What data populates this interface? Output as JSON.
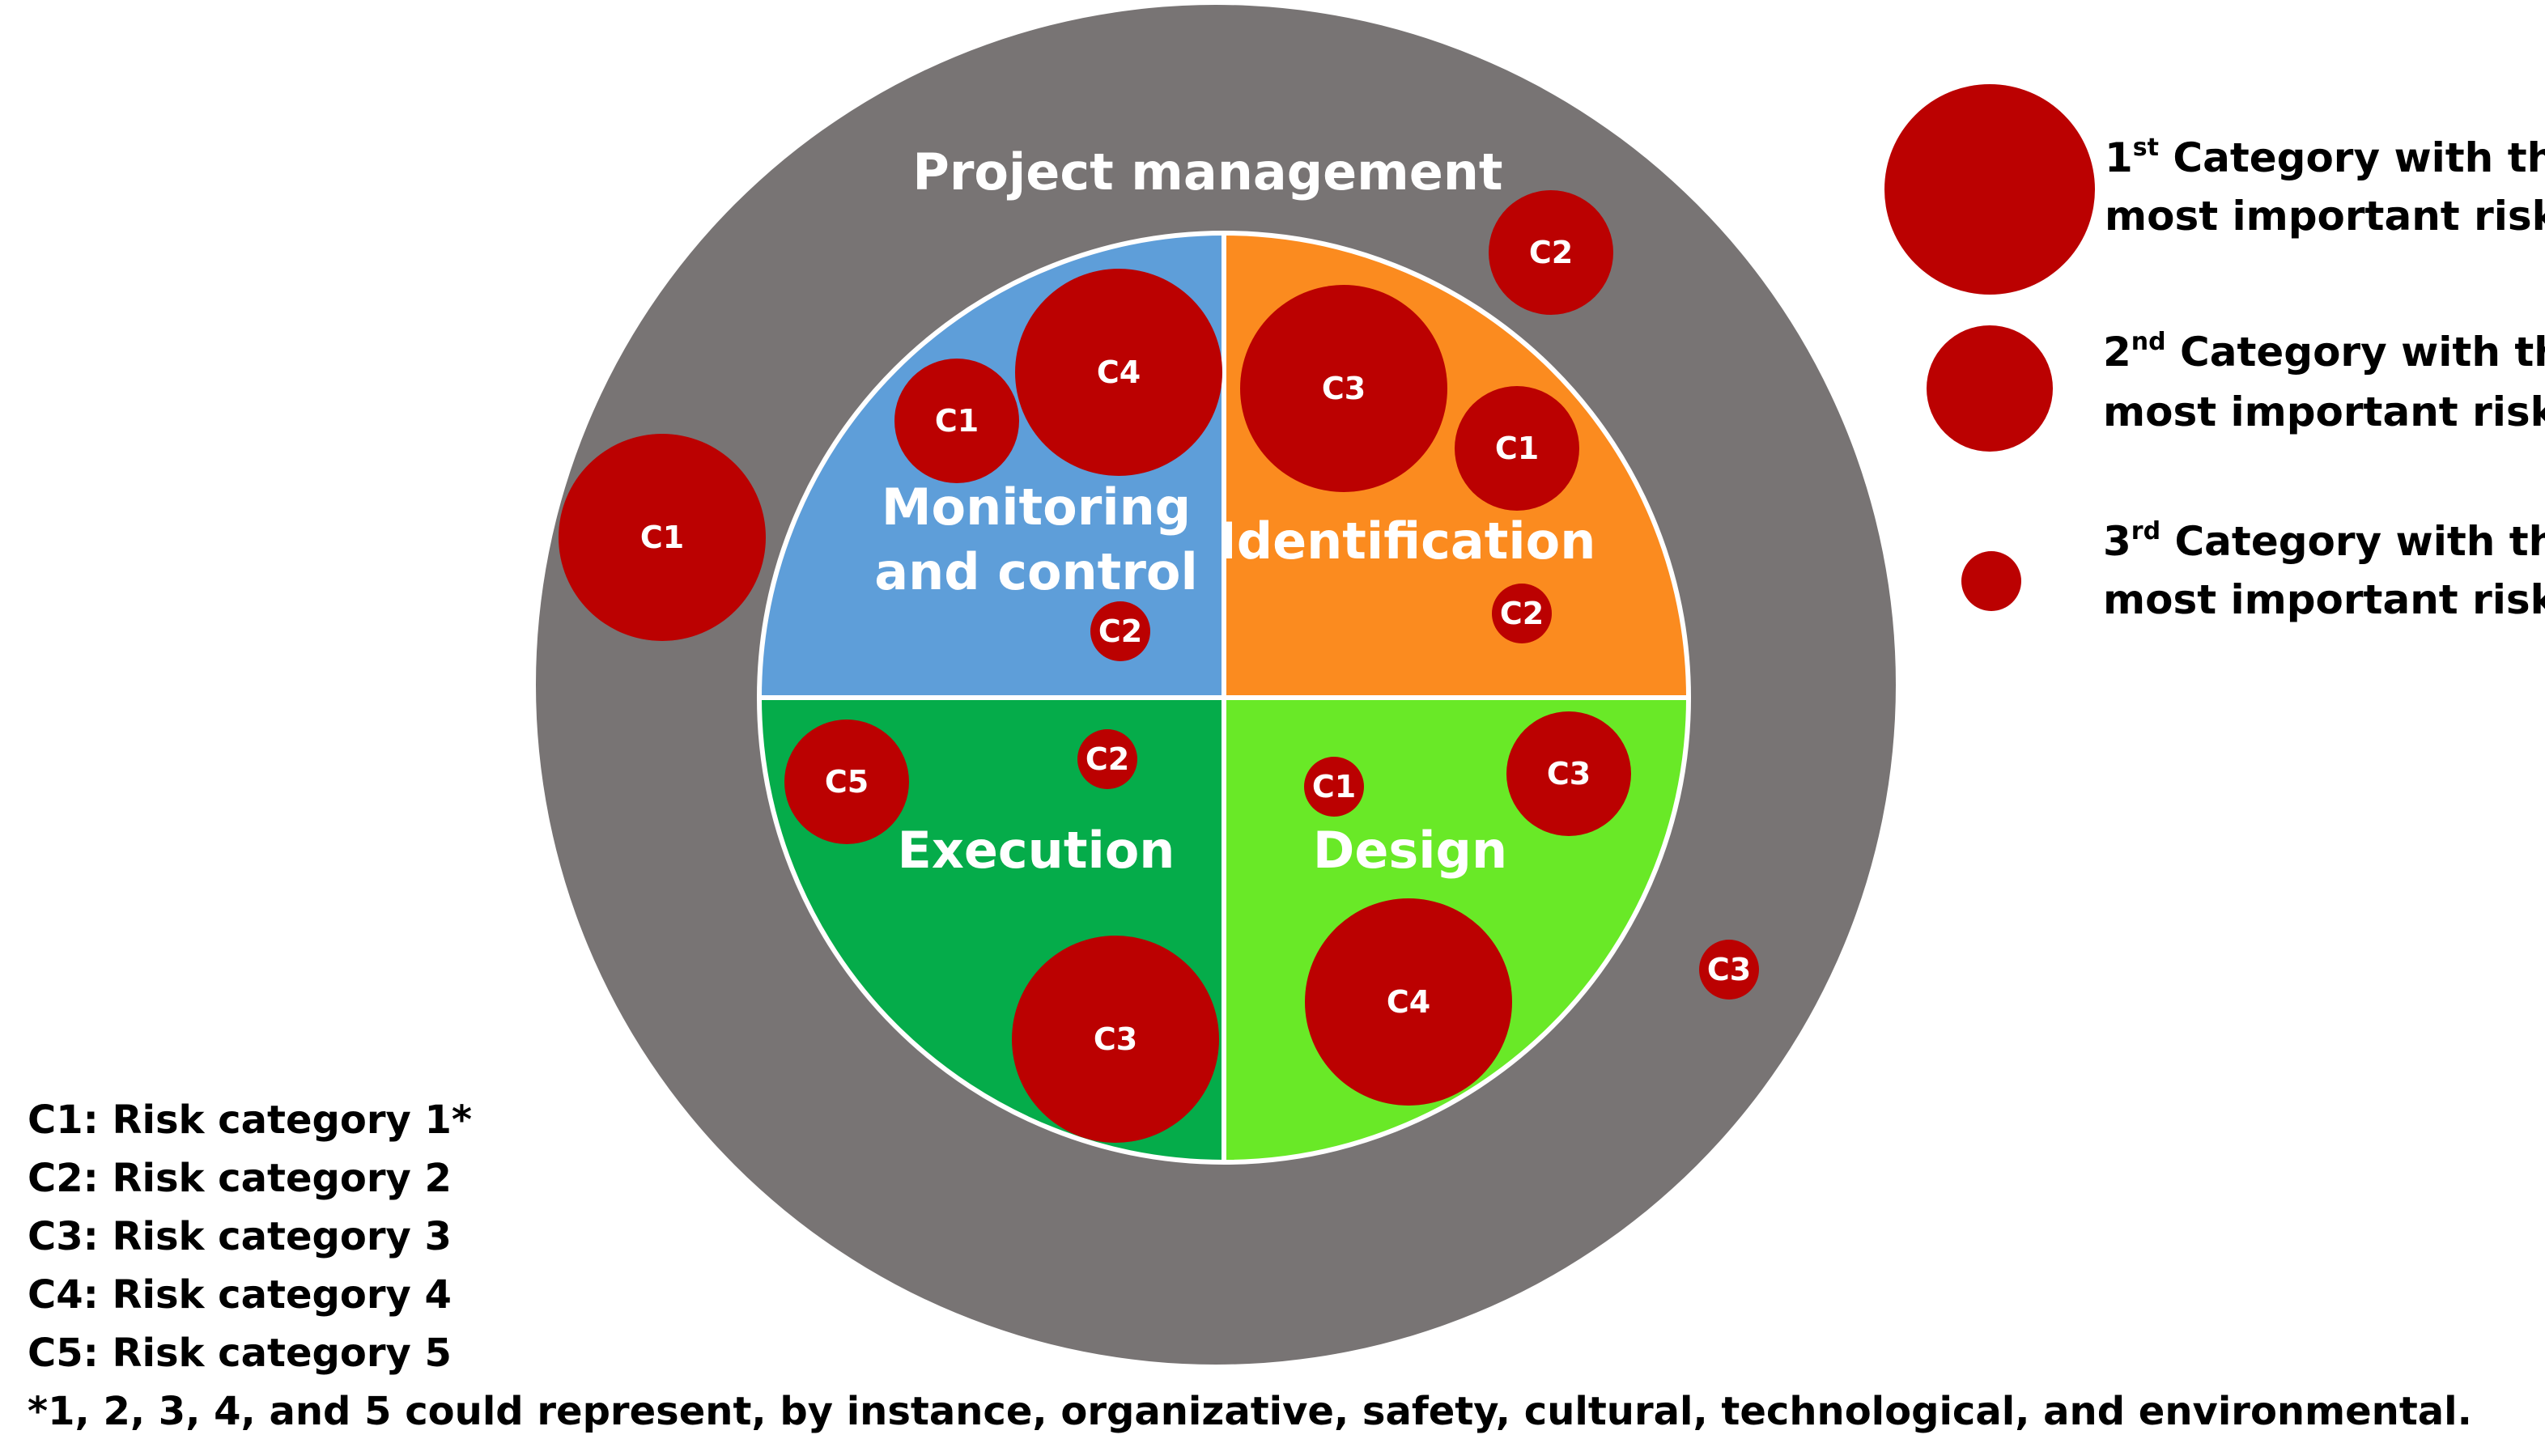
{
  "colors": {
    "outer_ring": "#787474",
    "identification": "#fb8b1f",
    "design": "#69e927",
    "execution": "#05ac4a",
    "monitoring": "#5e9ed9",
    "bubble": "#bb0101",
    "text_light": "#ffffff",
    "text_dark": "#000000"
  },
  "outer_label": "Project management",
  "phases": {
    "monitoring_line1": "Monitoring",
    "monitoring_line2": "and control",
    "identification": "Identification",
    "execution": "Execution",
    "design": "Design"
  },
  "bubble_tiers": {
    "1": "1st Category with the most important risks",
    "2": "2nd Category with the most important risks",
    "3": "3rd Category with the most important risks"
  },
  "risks": [
    {
      "area": "Project management",
      "label": "C1",
      "tier": 1
    },
    {
      "area": "Project management",
      "label": "C2",
      "tier": 2
    },
    {
      "area": "Project management",
      "label": "C3",
      "tier": 3
    },
    {
      "area": "Monitoring and control",
      "label": "C4",
      "tier": 1
    },
    {
      "area": "Monitoring and control",
      "label": "C1",
      "tier": 2
    },
    {
      "area": "Monitoring and control",
      "label": "C2",
      "tier": 3
    },
    {
      "area": "Identification",
      "label": "C3",
      "tier": 1
    },
    {
      "area": "Identification",
      "label": "C1",
      "tier": 2
    },
    {
      "area": "Identification",
      "label": "C2",
      "tier": 3
    },
    {
      "area": "Execution",
      "label": "C5",
      "tier": 2
    },
    {
      "area": "Execution",
      "label": "C2",
      "tier": 3
    },
    {
      "area": "Execution",
      "label": "C3",
      "tier": 1
    },
    {
      "area": "Design",
      "label": "C1",
      "tier": 3
    },
    {
      "area": "Design",
      "label": "C3",
      "tier": 2
    },
    {
      "area": "Design",
      "label": "C4",
      "tier": 1
    }
  ],
  "legend": {
    "tier1_num": "1",
    "tier1_sup": "st",
    "tier1_line1": " Category with the",
    "tier1_line2": "most important risks",
    "tier2_num": "2",
    "tier2_sup": "nd",
    "tier2_line1": " Category with the",
    "tier2_line2": "most important risks",
    "tier3_num": "3",
    "tier3_sup": "rd",
    "tier3_line1": " Category with the",
    "tier3_line2": "most important risks"
  },
  "key": [
    "C1: Risk category 1*",
    "C2: Risk category 2",
    "C3: Risk category 3",
    "C4: Risk category 4",
    "C5: Risk category 5",
    "*1, 2, 3, 4, and 5 could represent, by instance, organizative, safety, cultural, technological, and environmental."
  ]
}
